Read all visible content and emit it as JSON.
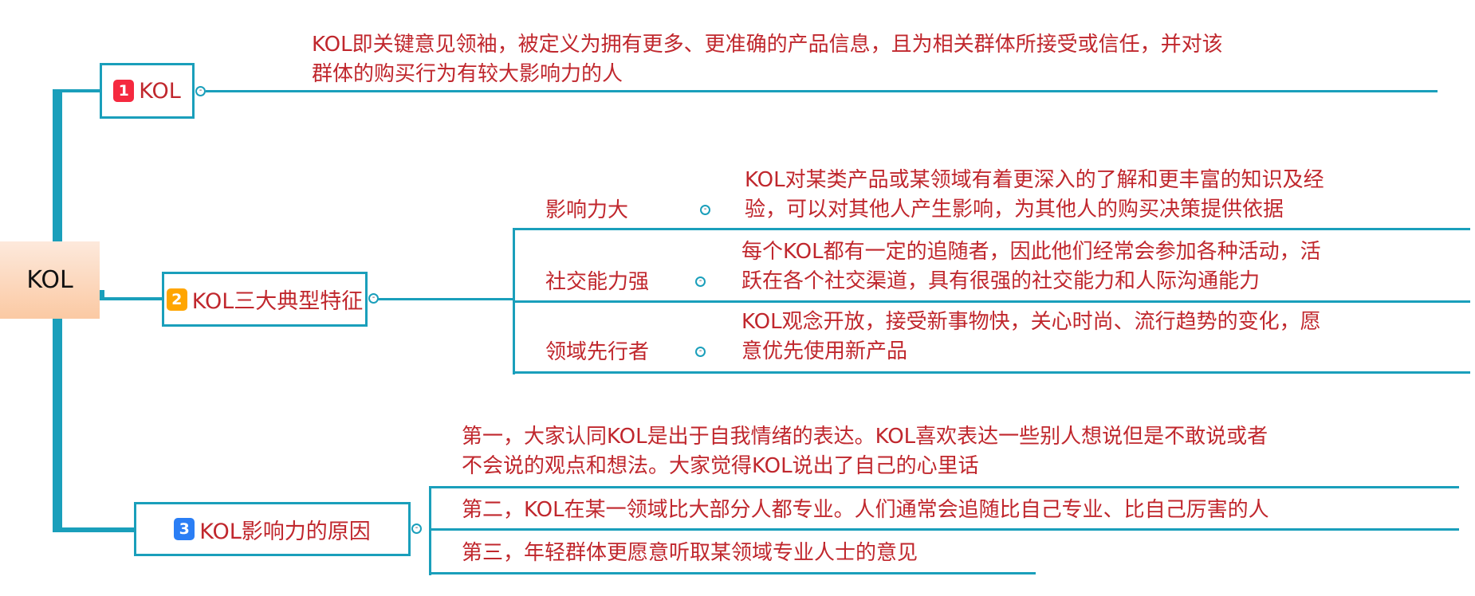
{
  "root": {
    "label": "KOL"
  },
  "branches": [
    {
      "index": "1",
      "label": "KOL",
      "badge_color": "#f5293f",
      "details": [
        "KOL即关键意见领袖，被定义为拥有更多、更准确的产品信息，且为相关群体所接受或信任，并对该",
        "群体的购买行为有较大影响力的人"
      ]
    },
    {
      "index": "2",
      "label": "KOL三大典型特征",
      "badge_color": "#ffa500",
      "children": [
        {
          "label": "影响力大",
          "details": [
            "KOL对某类产品或某领域有着更深入的了解和更丰富的知识及经",
            "验，可以对其他人产生影响，为其他人的购买决策提供依据"
          ]
        },
        {
          "label": "社交能力强",
          "details": [
            "每个KOL都有一定的追随者，因此他们经常会参加各种活动，活",
            "跃在各个社交渠道，具有很强的社交能力和人际沟通能力"
          ]
        },
        {
          "label": "领域先行者",
          "details": [
            "KOL观念开放，接受新事物快，关心时尚、流行趋势的变化，愿",
            "意优先使用新产品"
          ]
        }
      ]
    },
    {
      "index": "3",
      "label": "KOL影响力的原因",
      "badge_color": "#2a7ef5",
      "children": [
        {
          "lines": [
            "第一，大家认同KOL是出于自我情绪的表达。KOL喜欢表达一些别人想说但是不敢说或者",
            "不会说的观点和想法。大家觉得KOL说出了自己的心里话"
          ]
        },
        {
          "lines": [
            "第二，KOL在某一领域比大部分人都专业。人们通常会追随比自己专业、比自己厉害的人"
          ]
        },
        {
          "lines": [
            "第三，年轻群体更愿意听取某领域专业人士的意见"
          ]
        }
      ]
    }
  ],
  "colors": {
    "line": "#1a9fbb",
    "text": "#c0272d"
  }
}
